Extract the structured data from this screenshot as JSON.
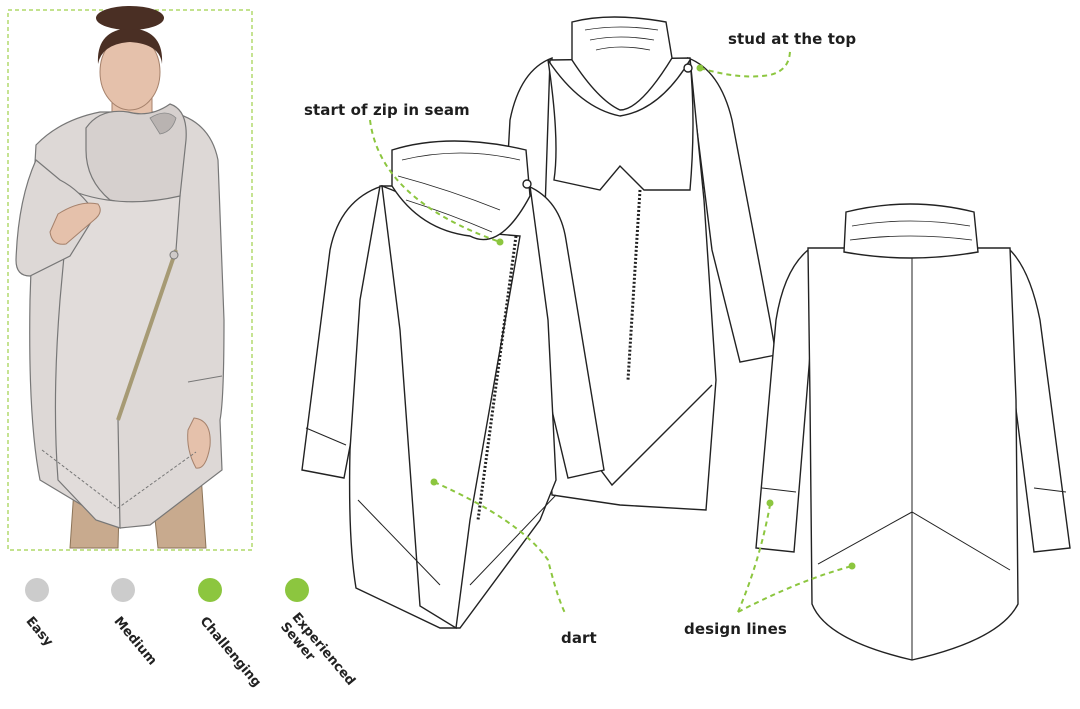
{
  "callouts": {
    "stud": "stud at the top",
    "zip": "start of zip in seam",
    "dart": "dart",
    "design": "design lines"
  },
  "difficulty": [
    {
      "label": "Easy",
      "active": false
    },
    {
      "label": "Medium",
      "active": false
    },
    {
      "label": "Challenging",
      "active": true
    },
    {
      "label": "Experienced Sewer",
      "active": true
    }
  ],
  "colors": {
    "accent": "#8cc63f",
    "inactive": "#cccccc",
    "coat": "#ddd8d6",
    "skin": "#e5c1ab",
    "hair": "#4a2f24",
    "trousers": "#c8aa8e",
    "zip": "#a69a74"
  }
}
